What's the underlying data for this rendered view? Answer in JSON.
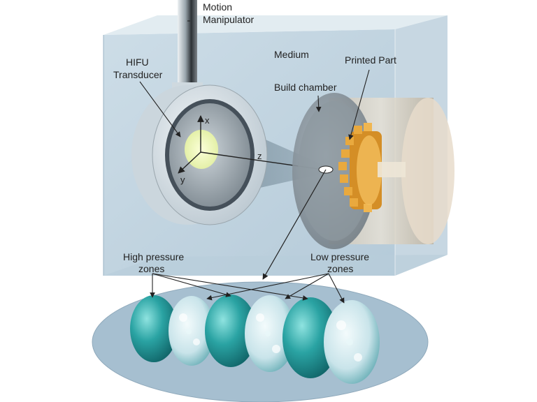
{
  "labels": {
    "motion_manipulator_line1": "Motion",
    "motion_manipulator_line2": "Manipulator",
    "hifu_line1": "HIFU",
    "hifu_line2": "Transducer",
    "medium": "Medium",
    "printed_part": "Printed Part",
    "build_chamber": "Build chamber",
    "high_pressure_line1": "High pressure",
    "high_pressure_line2": "zones",
    "low_pressure_line1": "Low pressure",
    "low_pressure_line2": "zones"
  },
  "axes": {
    "x": "x",
    "y": "y",
    "z": "z"
  },
  "colors": {
    "tank": "#aec6d6",
    "pressure_dark": "#1c8c8c",
    "pressure_light": "#cfe7ea",
    "part": "#e0a03a",
    "cylinder": "#d9cbb6"
  }
}
